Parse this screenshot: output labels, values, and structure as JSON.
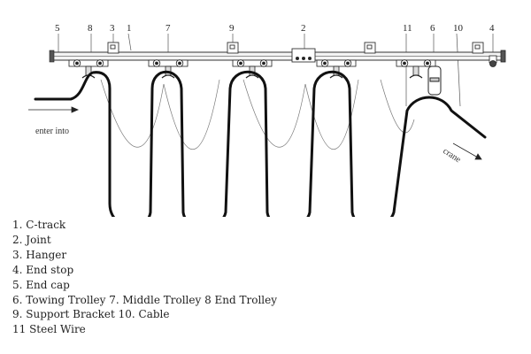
{
  "diagram": {
    "callouts": {
      "n5": "5",
      "n8": "8",
      "n3": "3",
      "n1": "1",
      "n7": "7",
      "n9": "9",
      "n2": "2",
      "n11": "11",
      "n6": "6",
      "n10": "10",
      "n4": "4"
    },
    "enter_label": "enter into",
    "crane_label": "crane"
  },
  "legend": [
    "1.  C-track",
    "2.  Joint",
    "3.  Hanger",
    "4.  End stop",
    "5.  End cap",
    "6.  Towing Trolley 7.   Middle Trolley 8    End Trolley",
    "9.  Support Bracket 10. Cable",
    "11  Steel Wire"
  ]
}
